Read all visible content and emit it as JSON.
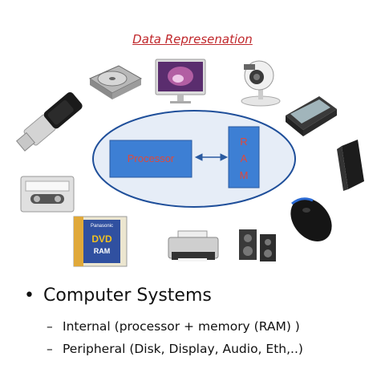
{
  "title": "Data Represenation",
  "diagram": {
    "processor_label": "Processor",
    "ram_label": [
      "R",
      "A",
      "M"
    ]
  },
  "devices": [
    "usb-flash-drive",
    "hard-disk",
    "monitor",
    "webcam",
    "scanner",
    "modem",
    "cassette-tape",
    "dvd-ram",
    "printer",
    "speakers",
    "mouse"
  ],
  "dvd_label": {
    "brand": "Panasonic",
    "text": "DVD",
    "sub": "RAM"
  },
  "bullets": {
    "main": "Computer  Systems",
    "items": [
      "Internal  (processor + memory (RAM) )",
      "Peripheral (Disk, Display, Audio, Eth,..)"
    ]
  },
  "colors": {
    "title": "#c0282c",
    "ellipse_fill": "#e6edf7",
    "ellipse_stroke": "#1f4f9a",
    "box_fill": "#3d7fd4",
    "box_text": "#e0493a"
  }
}
